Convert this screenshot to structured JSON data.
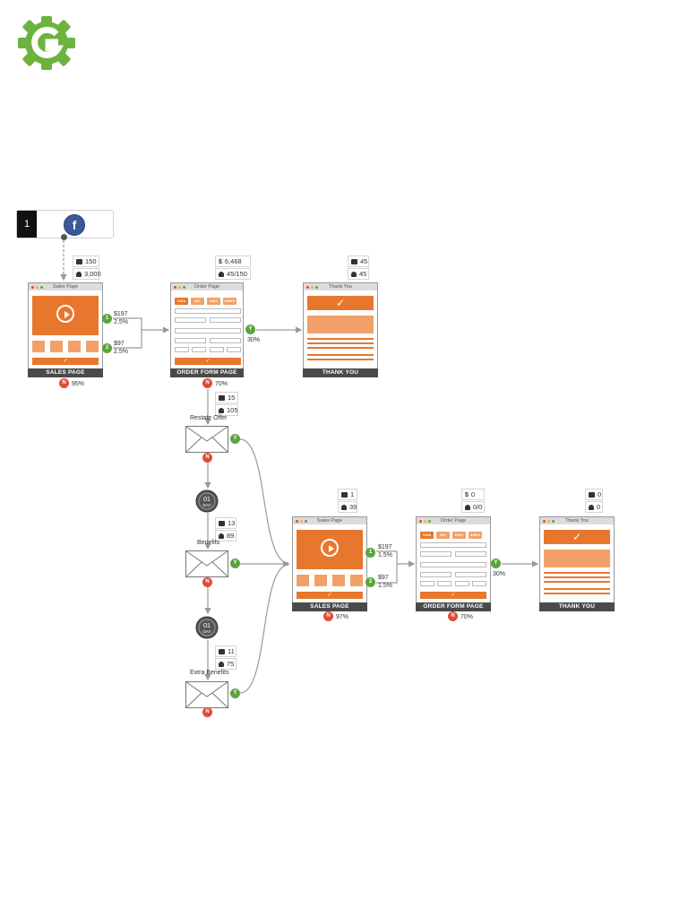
{
  "colors": {
    "brand_green": "#6cb33f",
    "accent_orange": "#e8772e",
    "yes_green": "#5aa53d",
    "no_red": "#e04a36",
    "facebook": "#3b5998"
  },
  "logo": {
    "icon": "gear-g-logo-icon"
  },
  "source": {
    "number": "1",
    "icon": "facebook-icon",
    "glyph": "f",
    "clicks": "150",
    "visitors": "3,000"
  },
  "funnel1": {
    "sales": {
      "title": "Sales Page",
      "label": "SALES PAGE",
      "offer1_price": "$197",
      "offer1_rate": "2.5%",
      "offer2_price": "$97",
      "offer2_rate": "2.5%",
      "opt1": "1",
      "opt2": "2",
      "no": "N",
      "no_rate": "95%"
    },
    "order": {
      "title": "Order Page",
      "label": "ORDER FORM PAGE",
      "revenue": "6,468",
      "buyers": "45/150",
      "yes": "Y",
      "yes_rate": "30%",
      "no": "N",
      "no_rate": "70%",
      "cards": [
        "VISA",
        "MC",
        "DISC",
        "AMEX"
      ]
    },
    "thankyou": {
      "title": "Thank You",
      "label": "THANK YOU",
      "clicks": "45",
      "visitors": "45"
    }
  },
  "sequence": {
    "email1": {
      "label": "Restate Offer",
      "clicks": "15",
      "visitors": "105",
      "yes": "Y",
      "no": "N"
    },
    "delay1": {
      "num": "01",
      "unit": "DAY"
    },
    "email2": {
      "label": "Benefits",
      "clicks": "13",
      "visitors": "89",
      "yes": "Y",
      "no": "N"
    },
    "delay2": {
      "num": "01",
      "unit": "DAY"
    },
    "email3": {
      "label": "Extra Benefits",
      "clicks": "11",
      "visitors": "75",
      "yes": "Y",
      "no": "N"
    }
  },
  "funnel2": {
    "sales": {
      "title": "Sales Page",
      "label": "SALES PAGE",
      "clicks": "1",
      "visitors": "39",
      "offer1_price": "$197",
      "offer1_rate": "1.5%",
      "offer2_price": "$97",
      "offer2_rate": "1.5%",
      "opt1": "1",
      "opt2": "2",
      "no": "N",
      "no_rate": "97%"
    },
    "order": {
      "title": "Order Page",
      "label": "ORDER FORM PAGE",
      "revenue": "0",
      "buyers": "0/0",
      "yes": "Y",
      "yes_rate": "30%",
      "no": "N",
      "no_rate": "70%",
      "cards": [
        "VISA",
        "MC",
        "DISC",
        "AMEX"
      ]
    },
    "thankyou": {
      "title": "Thank You",
      "label": "THANK YOU",
      "clicks": "0",
      "visitors": "0"
    }
  },
  "symbols": {
    "dollar": "$"
  }
}
